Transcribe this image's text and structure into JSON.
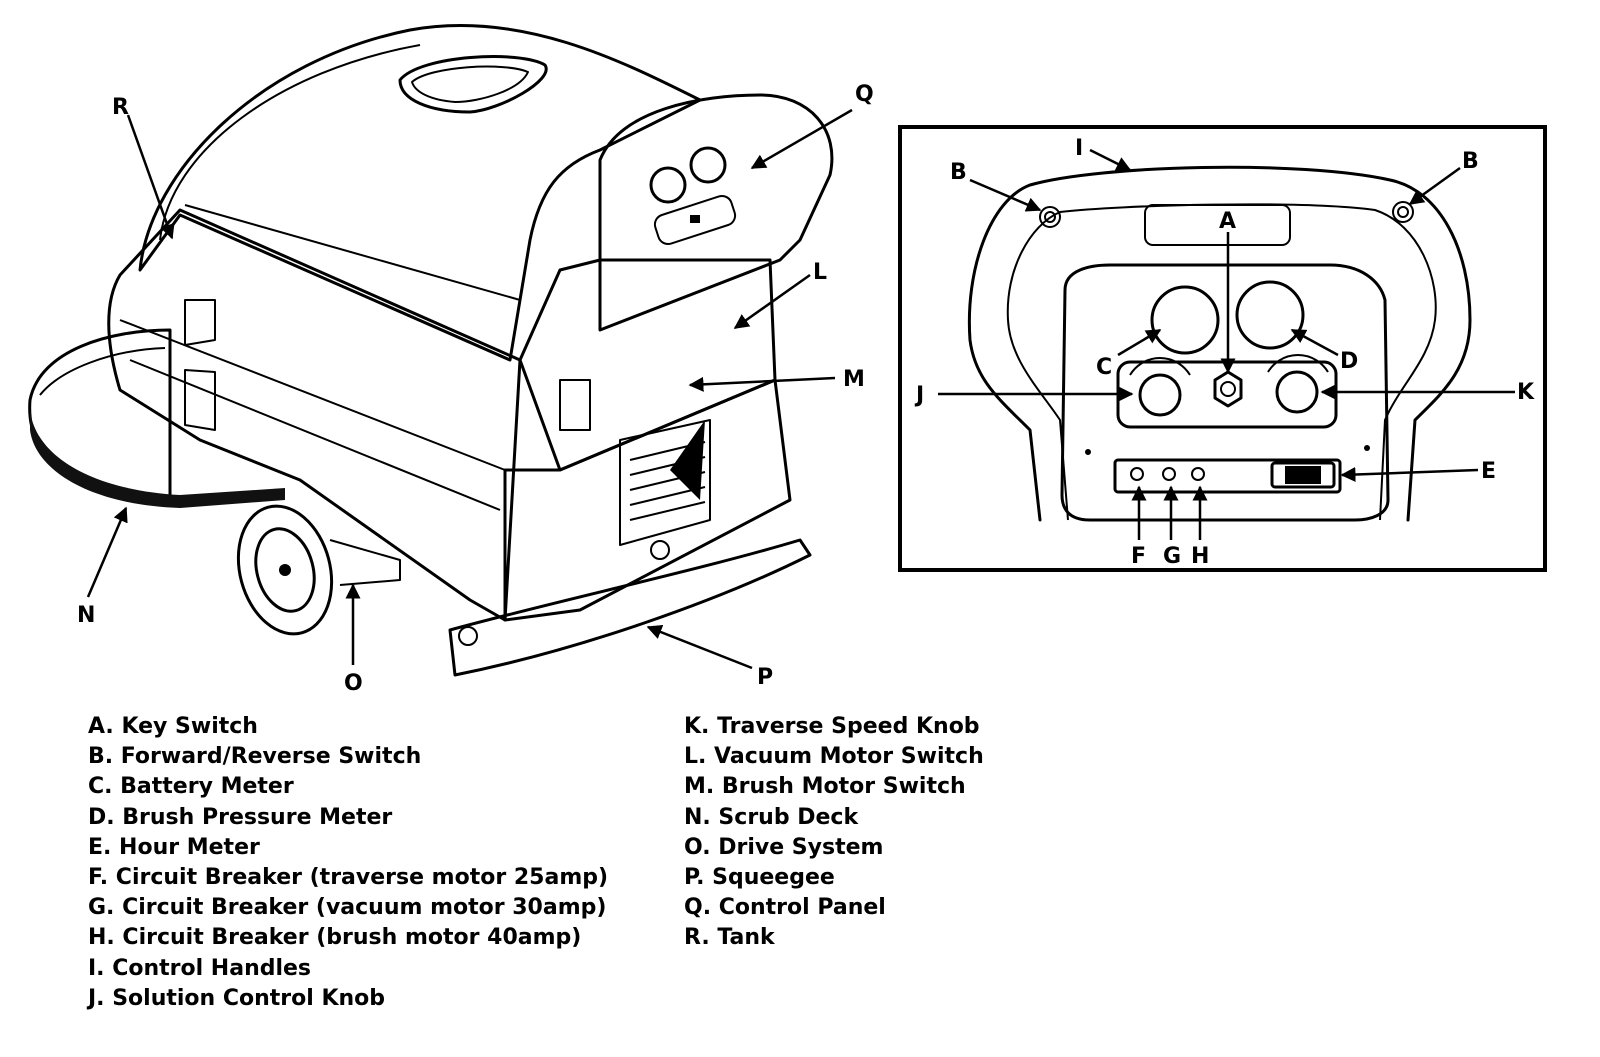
{
  "callouts": {
    "main": {
      "R": "R",
      "Q": "Q",
      "L": "L",
      "M": "M",
      "N": "N",
      "O": "O",
      "P": "P"
    },
    "panel": {
      "I": "I",
      "B_left": "B",
      "B_right": "B",
      "A": "A",
      "C": "C",
      "D": "D",
      "J": "J",
      "K": "K",
      "E": "E",
      "F": "F",
      "G": "G",
      "H": "H"
    }
  },
  "legend_left": [
    "A. Key Switch",
    "B. Forward/Reverse Switch",
    "C. Battery Meter",
    "D. Brush Pressure Meter",
    "E. Hour Meter",
    "F. Circuit Breaker (traverse motor 25amp)",
    "G. Circuit Breaker (vacuum motor 30amp)",
    "H. Circuit Breaker (brush motor 40amp)",
    "I. Control Handles",
    "J. Solution Control Knob"
  ],
  "legend_right": [
    "K. Traverse Speed Knob",
    "L. Vacuum Motor Switch",
    "M. Brush Motor Switch",
    "N. Scrub Deck",
    "O. Drive System",
    "P. Squeegee",
    "Q. Control Panel",
    "R. Tank"
  ]
}
